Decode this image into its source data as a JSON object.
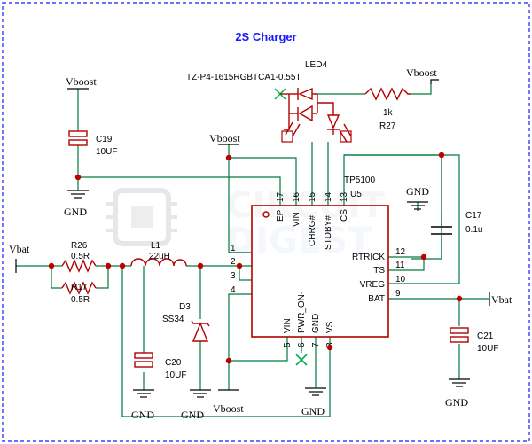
{
  "title": "2S Charger",
  "nets": {
    "vboost": "Vboost",
    "vbat": "Vbat",
    "gnd": "GND"
  },
  "components": {
    "led4": {
      "ref": "LED4",
      "part": "TZ-P4-1615RGBTCA1-0.55T"
    },
    "r27": {
      "ref": "R27",
      "value": "1k"
    },
    "c19": {
      "ref": "C19",
      "value": "10UF"
    },
    "r26": {
      "ref": "R26",
      "value": "0.5R"
    },
    "r17": {
      "ref": "R17",
      "value": "0.5R"
    },
    "l1": {
      "ref": "L1",
      "value": "22uH"
    },
    "d3": {
      "ref": "D3",
      "part": "SS34"
    },
    "c20": {
      "ref": "C20",
      "value": "10UF"
    },
    "c17": {
      "ref": "C17",
      "value": "0.1u"
    },
    "c21": {
      "ref": "C21",
      "value": "10UF"
    },
    "u5": {
      "ref": "U5",
      "part": "TP5100"
    }
  },
  "ic_pins": {
    "left": [
      {
        "num": "1",
        "name": ""
      },
      {
        "num": "2",
        "name": ""
      },
      {
        "num": "3",
        "name": ""
      },
      {
        "num": "4",
        "name": ""
      }
    ],
    "top": [
      {
        "num": "17",
        "name": "EP"
      },
      {
        "num": "16",
        "name": "VIN"
      },
      {
        "num": "15",
        "name": "CHRG#"
      },
      {
        "num": "14",
        "name": "STDBY#"
      },
      {
        "num": "13",
        "name": "CS"
      }
    ],
    "right": [
      {
        "num": "12",
        "name": "RTRICK"
      },
      {
        "num": "11",
        "name": "TS"
      },
      {
        "num": "10",
        "name": "VREG"
      },
      {
        "num": "9",
        "name": "BAT"
      }
    ],
    "bottom": [
      {
        "num": "5",
        "name": "VIN"
      },
      {
        "num": "6",
        "name": "PWR_ON-"
      },
      {
        "num": "7",
        "name": "GND"
      },
      {
        "num": "8",
        "name": "VS"
      }
    ]
  },
  "colors": {
    "border": "#1a1aff",
    "wire": "#007a3d",
    "junction": "#c00000",
    "component": "#b30000",
    "no_connect": "#00b050"
  }
}
